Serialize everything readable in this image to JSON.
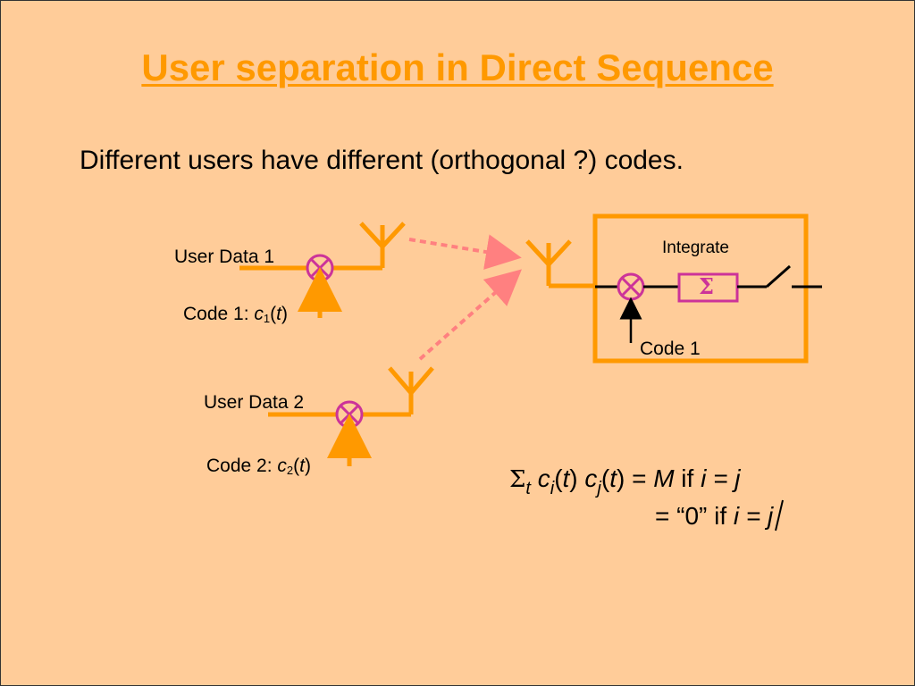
{
  "title": "User separation in Direct Sequence",
  "subtitle": "Different users have different (orthogonal ?) codes.",
  "transmitter1": {
    "data_label": "User Data 1",
    "code_prefix": "Code 1: ",
    "code_var": "c",
    "code_sub": "1",
    "code_open": "(",
    "code_arg": "t",
    "code_close": ")"
  },
  "transmitter2": {
    "data_label": "User Data 2",
    "code_prefix": "Code 2: ",
    "code_var": "c",
    "code_sub": "2",
    "code_open": "(",
    "code_arg": "t",
    "code_close": ")"
  },
  "receiver": {
    "integrate_label": "Integrate",
    "sum_symbol": "Σ",
    "code_label": "Code 1"
  },
  "formula": {
    "sigma": "Σ",
    "sigma_sub": "t",
    "line1_terms": [
      "c",
      "i",
      "(",
      "t",
      ") ",
      "c",
      "j",
      "(",
      "t",
      ") = ",
      "M",
      " if ",
      "i = j"
    ],
    "line2_prefix": "= “0” if ",
    "line2_cond": "i = j"
  },
  "colors": {
    "background": "#FFCC99",
    "accent": "#FF9900",
    "mixer": "#CC3399",
    "signal_arrow": "#FF8080"
  }
}
